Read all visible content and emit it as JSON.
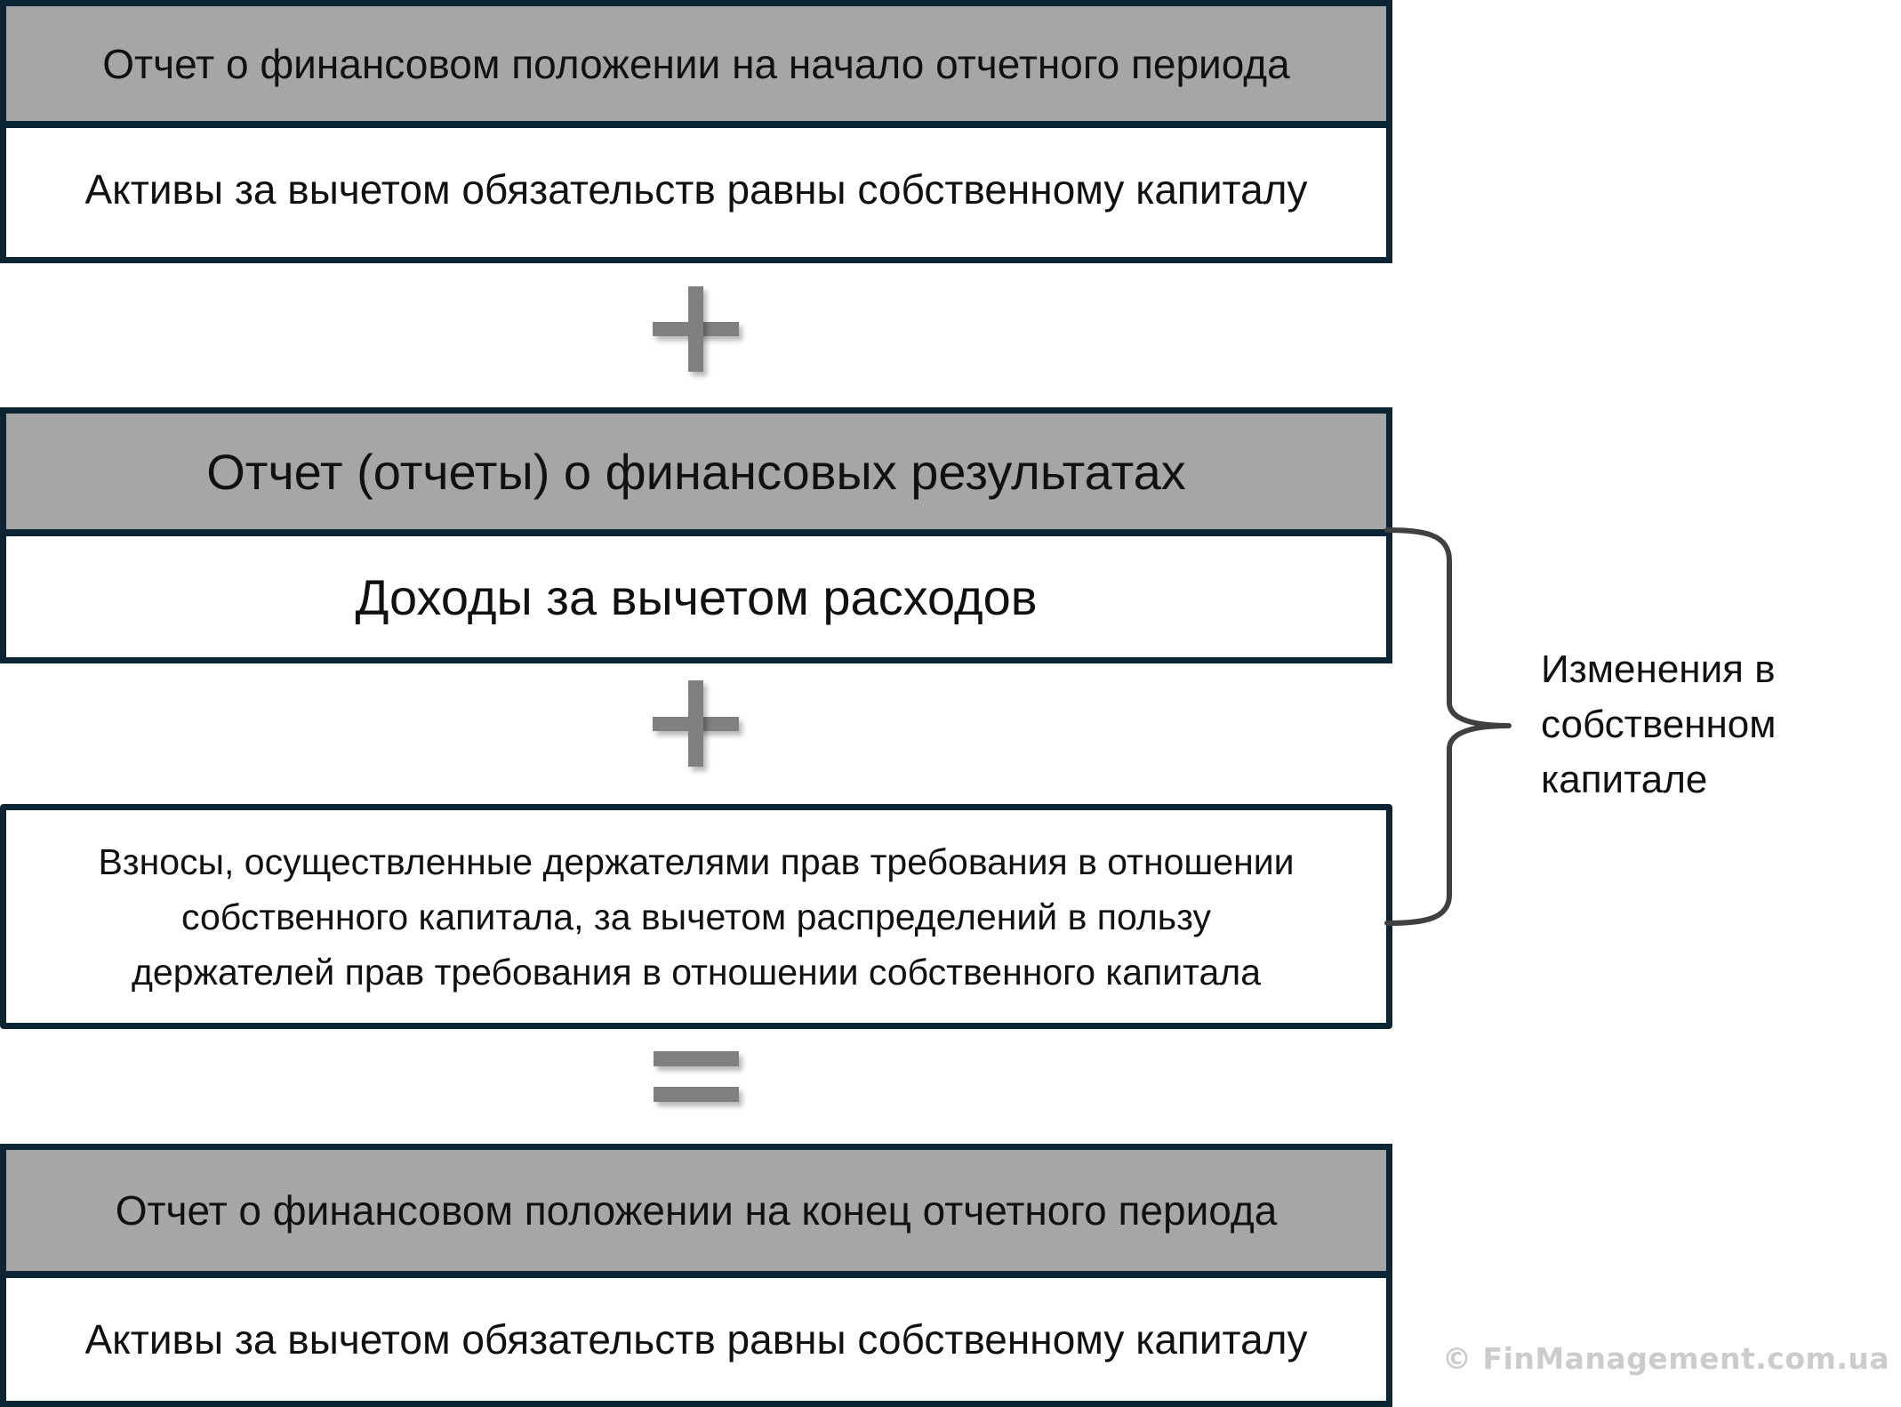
{
  "diagram": {
    "blocks": [
      {
        "header": "Отчет о финансовом положении на начало отчетного периода",
        "body": "Активы за вычетом обязательств равны собственному капиталу"
      },
      {
        "header": "Отчет (отчеты) о финансовых результатах",
        "body": "Доходы за вычетом расходов"
      },
      {
        "body_lines": [
          "Взносы, осуществленные держателями прав требования в отношении",
          "собственного капитала, за вычетом распределений в пользу",
          "держателей прав требования в отношении собственного капитала"
        ]
      },
      {
        "header": "Отчет о финансовом положении на конец отчетного периода",
        "body": "Активы за вычетом обязательств равны собственному капиталу"
      }
    ],
    "operators": [
      "plus-icon",
      "plus-icon",
      "equals-icon"
    ],
    "brace_label_lines": [
      "Изменения в",
      "собственном",
      "капитале"
    ],
    "watermark": "© FinManagement.com.ua"
  },
  "colors": {
    "border": "#0b2535",
    "header_fill": "#a6a6a6",
    "operator": "#808080",
    "brace": "#404040",
    "watermark": "#cccccc"
  }
}
